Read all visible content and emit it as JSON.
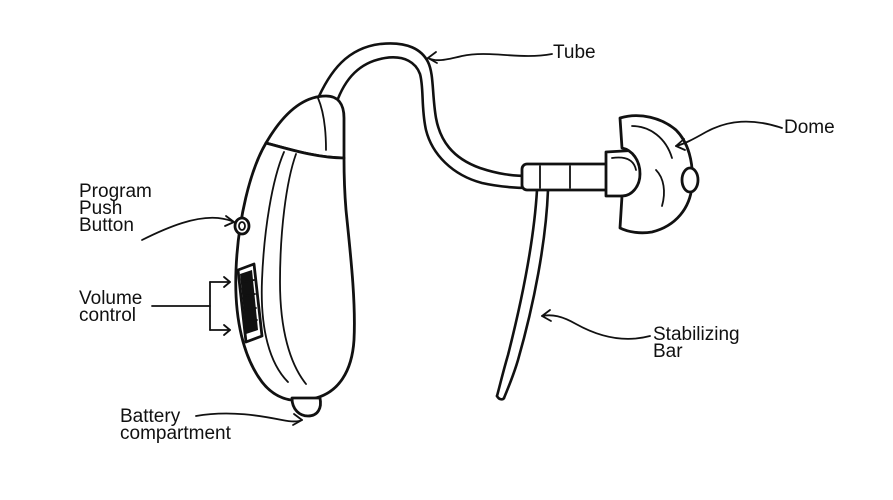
{
  "diagram": {
    "labels": {
      "tube": "Tube",
      "dome": "Dome",
      "program": "Program\nPush\nButton",
      "volume": "Volume\ncontrol",
      "stabilizing": "Stabilizing\nBar",
      "battery": "Battery\ncompartment"
    }
  }
}
